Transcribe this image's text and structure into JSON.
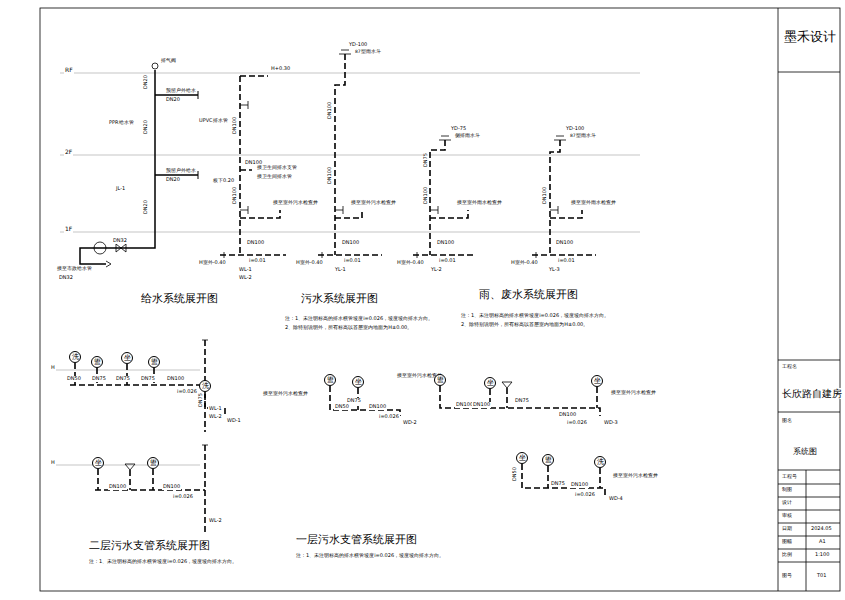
{
  "diagram": {
    "nodes": [
      {
        "text": [
          "洗"
        ]
      },
      {
        "text": [
          "盥"
        ]
      },
      {
        "text": [
          "坐"
        ]
      },
      {
        "text": [
          "盥"
        ]
      },
      {
        "text": [
          "坐"
        ]
      },
      {
        "text": [
          "盥"
        ]
      },
      {
        "text": [
          "洗"
        ]
      },
      {
        "text": [
          "盥"
        ]
      },
      {
        "text": [
          "坐"
        ]
      },
      {
        "text": [
          "盥"
        ]
      },
      {
        "text": [
          "坐"
        ]
      },
      {
        "text": [
          "坐"
        ]
      },
      {
        "text": [
          "坐"
        ]
      },
      {
        "text": [
          "盥"
        ]
      },
      {
        "text": [
          "洗"
        ]
      }
    ],
    "labels": [
      "RF",
      "2F",
      "1F",
      "排气阀",
      "DN20",
      "预留户外给水",
      "DN20",
      "PPR给水管",
      "DN20",
      "预留户外给水",
      "DN20",
      "DN20",
      "JL-1",
      "DN32",
      "接至市政给水管",
      "DN32",
      "H+0.30",
      "UPVC排水管",
      "DN100",
      "DN100",
      "板下0.20",
      "接卫生间排水支管",
      "接卫生间排水管",
      "DN100",
      "接至室外污水检查井",
      "DN100",
      "i=0.01",
      "H室外-0.40",
      "WL-1",
      "WL-2",
      "YD-100",
      "87型雨水斗",
      "DN100",
      "DN100",
      "接至室外污水检查井",
      "DN100",
      "i=0.01",
      "H室外-0.40",
      "YL-1",
      "YD-75",
      "侧排雨水斗",
      "DN75",
      "DN100",
      "接至室外雨水检查井",
      "DN100",
      "i=0.01",
      "H室外-0.40",
      "YL-2",
      "YD-100",
      "87型雨水斗",
      "DN100",
      "接至室外雨水检查井",
      "DN100",
      "i=0.01",
      "H室外-0.40",
      "YL-3",
      "给水系统展开图",
      "污水系统展开图",
      "雨、废水系统展开图",
      "注：1、未注明标高的排水横管坡度i=0.026，坡度坡向排水方向。",
      "2、除特别说明外，所有标高以首层室内地面为H±0.00。",
      "注：1、未注明标高的排水横管坡度i=0.026，坡度坡向排水方向。",
      "2、除特别说明外，所有标高以首层室内地面为H±0.00。",
      "H",
      "DN50",
      "DN75",
      "DN75",
      "DN75",
      "DN100",
      "i=0.026",
      "WL-1",
      "WL-2",
      "H",
      "DN100",
      "DN100",
      "i=0.026",
      "WL-2",
      "二层污水支管系统展开图",
      "注：1、未注明标高的排水横管坡度i=0.026，坡度坡向排水方向。",
      "DN75",
      "WD-1",
      "接至室外污水检查井",
      "DN50",
      "DN75",
      "DN100",
      "i=0.026",
      "WD-2",
      "接至室外污水检查井",
      "DN100",
      "DN100",
      "DN75",
      "DN100",
      "i=0.026",
      "WD-3",
      "接至室外污水检查井",
      "DN50",
      "DN75",
      "DN100",
      "i=0.026",
      "WD-4",
      "接至室外污水检查井",
      "一层污水支管系统展开图",
      "注：1、未注明标高的排水横管坡度i=0.026，坡度坡向排水方向。",
      "墨禾设计",
      "工程名",
      "长欣路自建房",
      "图名",
      "系统图",
      "工程号",
      "制图",
      "设计",
      "审核",
      "日期",
      "2024.05",
      "图幅",
      "A1",
      "比例",
      "1:100",
      "图号",
      "T01"
    ]
  }
}
